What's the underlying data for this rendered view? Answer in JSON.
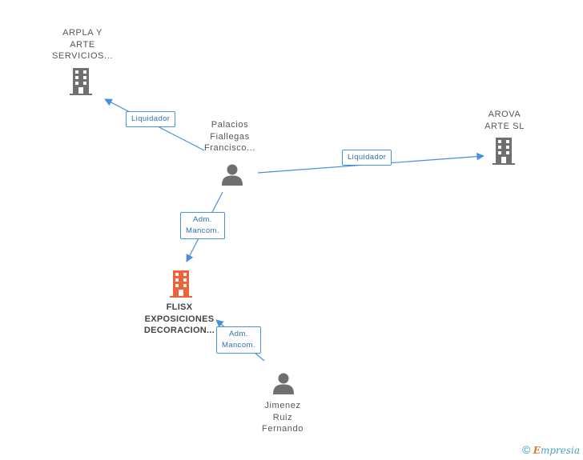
{
  "colors": {
    "edge": "#4a90d9",
    "company": "#6f6f6f",
    "main_company": "#f0623a",
    "person": "#6f6f6f"
  },
  "nodes": {
    "arpla": {
      "type": "company",
      "lines": [
        "ARPLA Y",
        "ARTE",
        "SERVICIOS..."
      ]
    },
    "arova": {
      "type": "company",
      "lines": [
        "AROVA",
        "ARTE SL"
      ]
    },
    "flisx": {
      "type": "main-company",
      "lines": [
        "FLISX",
        "EXPOSICIONES",
        "DECORACION..."
      ]
    },
    "palacios": {
      "type": "person",
      "lines": [
        "Palacios",
        "Fiallegas",
        "Francisco..."
      ]
    },
    "jimenez": {
      "type": "person",
      "lines": [
        "Jimenez",
        "Ruiz",
        "Fernando"
      ]
    }
  },
  "edges": [
    {
      "from": "palacios",
      "to": "arpla",
      "label": [
        "Liquidador"
      ]
    },
    {
      "from": "palacios",
      "to": "arova",
      "label": [
        "Liquidador"
      ]
    },
    {
      "from": "palacios",
      "to": "flisx",
      "label": [
        "Adm.",
        "Mancom."
      ]
    },
    {
      "from": "jimenez",
      "to": "flisx",
      "label": [
        "Adm.",
        "Mancom."
      ]
    }
  ],
  "footer": {
    "copyright": "©",
    "brand_first": "E",
    "brand_rest": "mpresia"
  }
}
